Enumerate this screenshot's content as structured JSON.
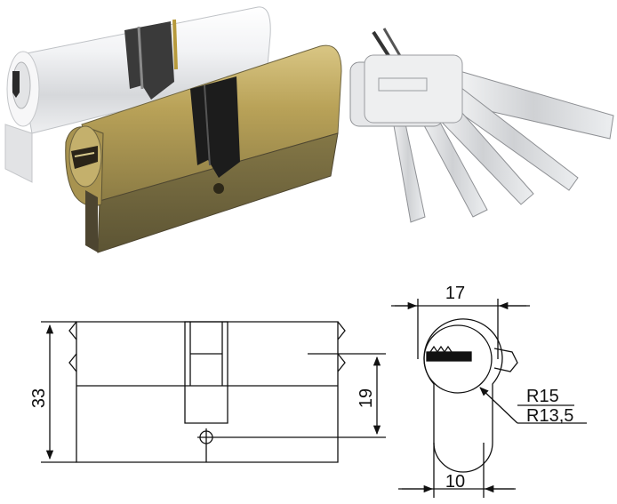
{
  "product_photo": {
    "cylinders": [
      "nickel",
      "brass"
    ],
    "key_count": 5
  },
  "front_view": {
    "height_label": "33",
    "offset_label": "19"
  },
  "side_view": {
    "width_label": "17",
    "bottom_label": "10",
    "radius_outer_label": "R15",
    "radius_inner_label": "R13,5"
  },
  "colors": {
    "line": "#111111",
    "nickel": "#e9eaec",
    "brass": "#b8a054",
    "brass_dark": "#6e6440",
    "cam": "#1c1c1c",
    "key": "#d9dadc"
  }
}
